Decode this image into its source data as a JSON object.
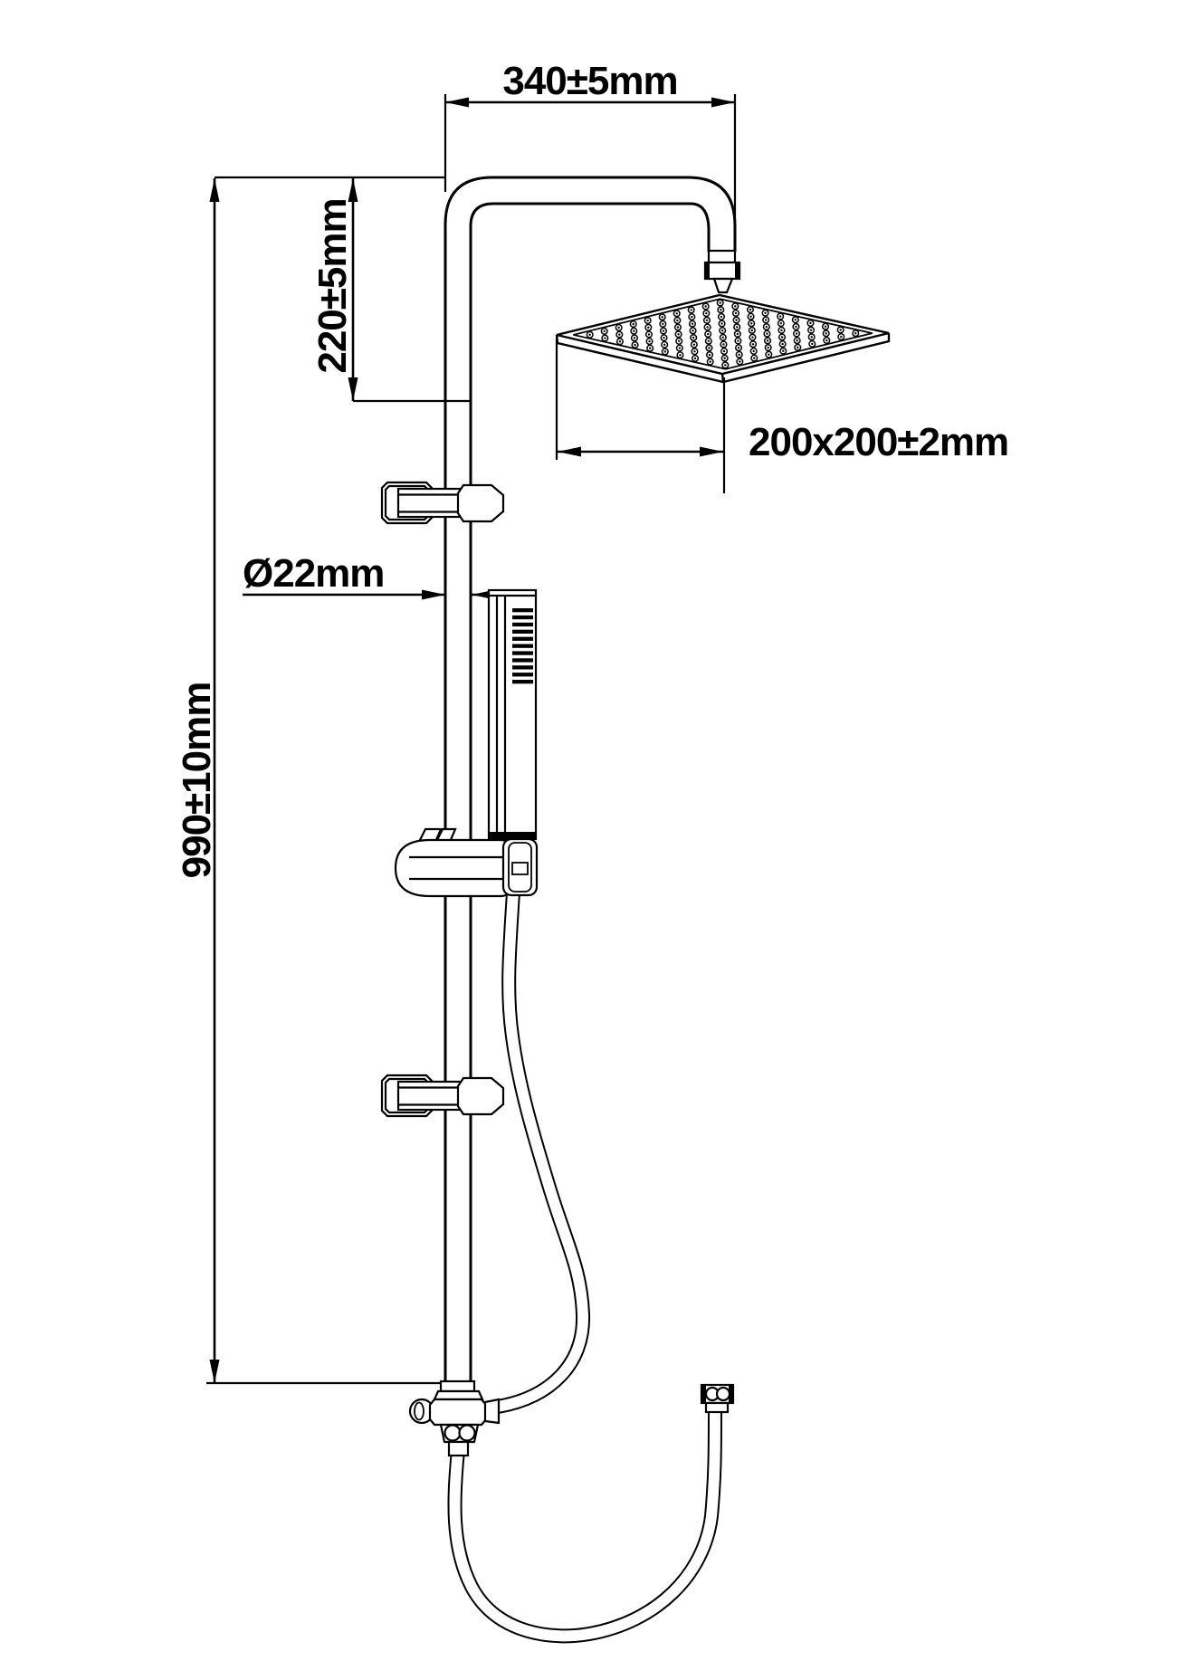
{
  "drawing_title": "Shower column technical drawing",
  "dimensions": {
    "arm_width": "340±5mm",
    "head_offset_height": "220±5mm",
    "head_size": "200x200±2mm",
    "pipe_diameter": "Ø22mm",
    "riser_height": "990±10mm"
  },
  "colors": {
    "line": "#000000",
    "background": "#ffffff"
  },
  "rain_head": {
    "nozzle_rows": 10,
    "nozzle_cols": 10
  },
  "hand_shower": {
    "spray_stripes": 11
  }
}
